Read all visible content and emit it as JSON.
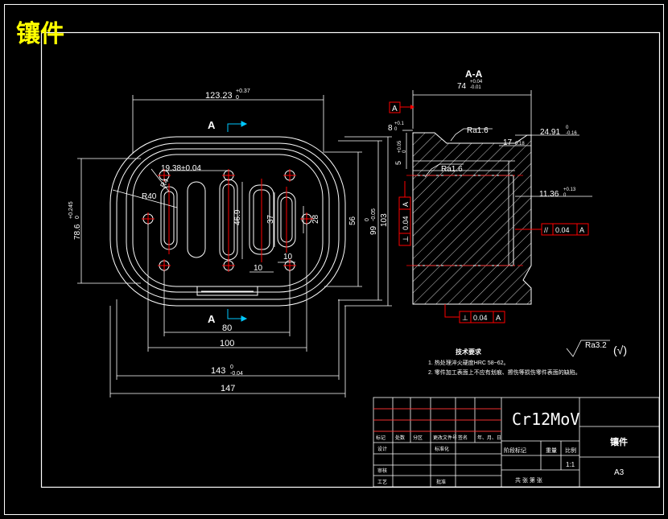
{
  "title": "镶件",
  "colors": {
    "line": "#ffffff",
    "center": "#ff0000",
    "dim": "#ff0000",
    "accent": "#00c8ff",
    "title": "#ffff00"
  },
  "plan": {
    "section_mark_top": "A",
    "section_mark_bottom": "A",
    "dims": {
      "w123": "123.23",
      "w123_tol": "+0.37",
      "w123_tol2": "0",
      "d1938": "19.38±0.04",
      "r40": "R40",
      "r4": "R4",
      "h786": "78.6",
      "h786_tol": "+0.245",
      "h786_tol2": "0",
      "h469": "46.9",
      "h37": "37",
      "h28": "28",
      "w10a": "10",
      "w10b": "10",
      "h56": "56",
      "h99": "99",
      "h99_tol": "0",
      "h99_tol2": "-0.05",
      "h103": "103",
      "w80": "80",
      "w100": "100",
      "w143": "143",
      "w143_tol": "0",
      "w143_tol2": "-0.04",
      "w147": "147"
    }
  },
  "section": {
    "label": "A-A",
    "d74": "74",
    "d74_tol": "+0.04",
    "d74_tol2": "-0.01",
    "datum": "A",
    "d8": "8",
    "d8_tol": "+0.1",
    "d8_tol2": "0",
    "d5": "5",
    "d5_tol": "+0.05",
    "d5_tol2": "0",
    "ra16a": "Ra1.6",
    "ra16b": "Ra1.6",
    "d2491": "24.91",
    "d2491_tol": "0",
    "d2491_tol2": "-0.16",
    "d17": "17",
    "d17_tol": "0.18",
    "d1136": "11.36",
    "d1136_tol": "+0.13",
    "d1136_tol2": "0",
    "perp_left": "⊥",
    "perp_left_val": "0.04",
    "perp_left_ref": "A",
    "par_right": "//",
    "par_right_val": "0.04",
    "par_right_ref": "A",
    "perp_bottom": "⊥",
    "perp_bottom_val": "0.04",
    "perp_bottom_ref": "A"
  },
  "notes": {
    "heading": "技术要求",
    "line1": "1. 热处理淬火硬度HRC 58~62。",
    "line2": "2. 零件加工表面上不应有划痕、擦伤等损伤零件表面的缺陷。",
    "roughness": "Ra3.2",
    "roughness_extra": "(√)"
  },
  "titleblock": {
    "material": "Cr12MoV",
    "part_name": "镶件",
    "scale_label": "比例",
    "scale_value": "1:1",
    "sheet": "A3",
    "weight_label": "重量",
    "stage_label": "阶段标记",
    "row_labels": [
      "标记",
      "处数",
      "分区",
      "更改文件号",
      "签名",
      "年、月、日"
    ],
    "design": "设计",
    "standardize": "标准化",
    "review": "审核",
    "process": "工艺",
    "approve": "批准",
    "sheets": "共   张   第   张"
  }
}
